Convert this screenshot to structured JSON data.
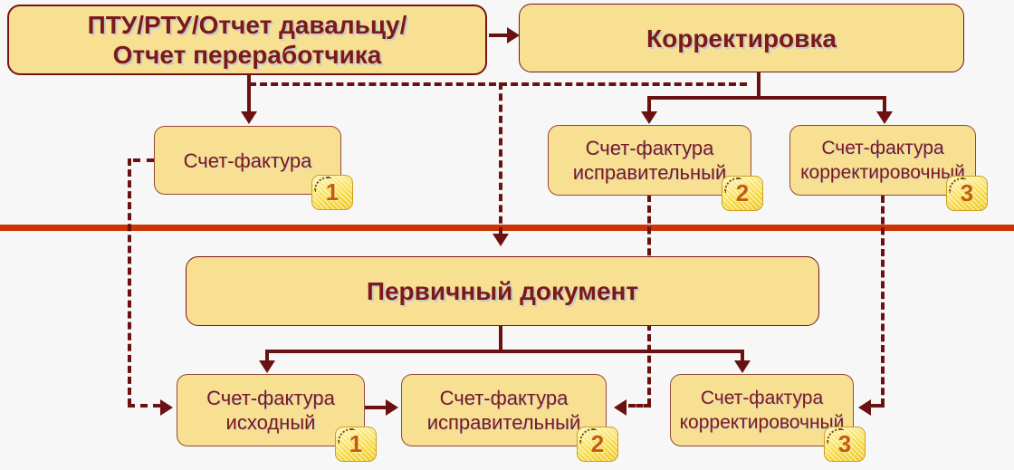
{
  "colors": {
    "background": "#f7f7f7",
    "node_fill": "#f8e092",
    "node_border_dark": "#7a1414",
    "node_border_light": "#96483a",
    "line": "#6b1111",
    "divider": "#cb3505",
    "text": "#7b1a1a",
    "badge_number": "#c55a11"
  },
  "nodes": {
    "ptu": {
      "label": "ПТУ/РТУ/Отчет давальцу/\nОтчет переработчика"
    },
    "korr": {
      "label": "Корректировка"
    },
    "sf1": {
      "label": "Счет-фактура",
      "badge": "1"
    },
    "sf2": {
      "label": "Счет-фактура\nисправительный",
      "badge": "2"
    },
    "sf3": {
      "label": "Счет-фактура\nкорректировочный",
      "badge": "3"
    },
    "pervich": {
      "label": "Первичный документ"
    },
    "sfi1": {
      "label": "Счет-фактура\nисходный",
      "badge": "1"
    },
    "sfi2": {
      "label": "Счет-фактура\nисправительный",
      "badge": "2"
    },
    "sfi3": {
      "label": "Счет-фактура\nкорректировочный",
      "badge": "3"
    }
  }
}
